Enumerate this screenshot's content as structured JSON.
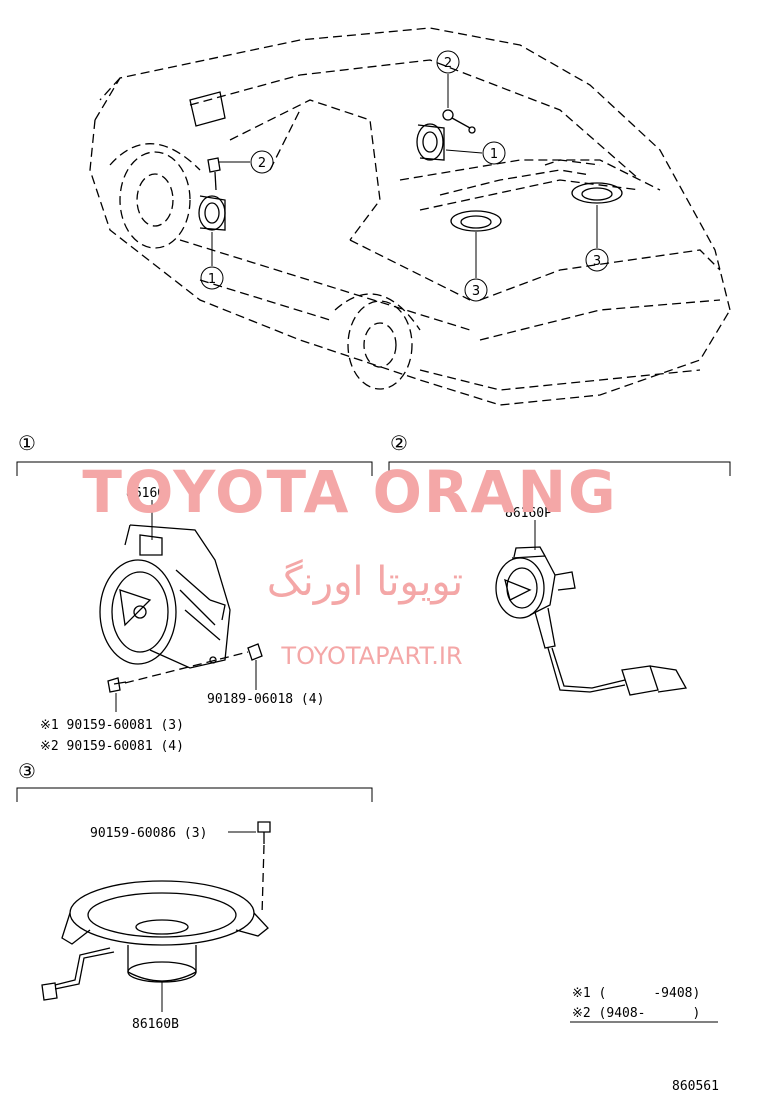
{
  "watermark": {
    "latin": "TOYOTA ORANG",
    "persian": "تویوتا اورنگ",
    "site": "TOYOTAPART.IR"
  },
  "callouts": {
    "c1": "1",
    "c2": "2",
    "c3": "3"
  },
  "sections": {
    "s1": {
      "mark": "①",
      "part": "86160",
      "clip": "90189-06018 (4)",
      "screw_a": "※1 90159-60081 (3)",
      "screw_b": "※2 90159-60081 (4)"
    },
    "s2": {
      "mark": "②",
      "part": "86160P"
    },
    "s3": {
      "mark": "③",
      "part": "86160B",
      "screw": "90159-60086 (3)"
    }
  },
  "legend": {
    "row1": "※1 (      -9408)",
    "row2": "※2 (9408-      )"
  },
  "figure_id": "860561"
}
